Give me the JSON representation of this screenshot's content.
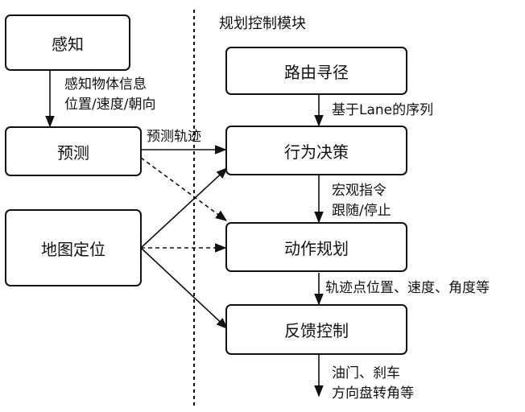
{
  "module_title": "规划控制模块",
  "boxes": {
    "perception": "感知",
    "prediction": "预测",
    "localization": "地图定位",
    "routing": "路由寻径",
    "behavior": "行为决策",
    "motion": "动作规划",
    "feedback": "反馈控制"
  },
  "labels": {
    "perception_info_1": "感知物体信息",
    "perception_info_2": "位置/速度/朝向",
    "predicted_trajectory": "预测轨迹",
    "lane_sequence": "基于Lane的序列",
    "macro_instruction_1": "宏观指令",
    "macro_instruction_2": "跟随/停止",
    "trajectory_points": "轨迹点位置、速度、角度等",
    "control_output_1": "油门、刹车",
    "control_output_2": "方向盘转角等"
  }
}
